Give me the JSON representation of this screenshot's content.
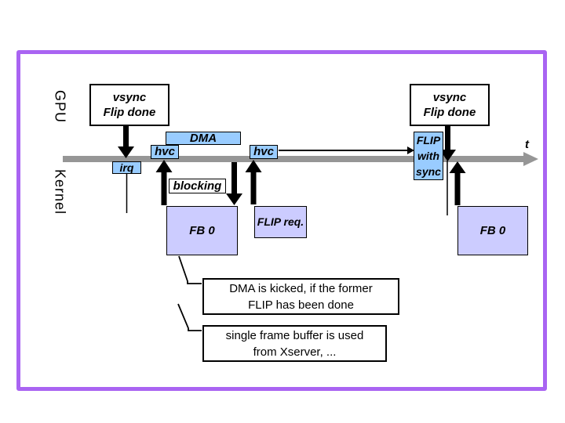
{
  "labels": {
    "gpu_lane": "GPU",
    "kernel_lane": "Kernel",
    "time_axis": "t"
  },
  "gpu_events": {
    "vsync_left": {
      "line1": "vsync",
      "line2": "Flip done"
    },
    "vsync_right": {
      "line1": "vsync",
      "line2": "Flip done"
    }
  },
  "timeline_items": {
    "irq": "irq",
    "hvc_left": "hvc",
    "hvc_right": "hvc",
    "dma": "DMA",
    "blocking": "blocking",
    "flip_with_sync": [
      "FLIP",
      "with",
      "sync"
    ]
  },
  "kernel_items": {
    "fb0_left": "FB 0",
    "flip_req": "FLIP req.",
    "fb0_right": "FB 0"
  },
  "callouts": {
    "dma_note": {
      "line1": "DMA is kicked, if the former",
      "line2": "FLIP has been done"
    },
    "fb_note": {
      "line1": "single frame buffer is used",
      "line2": "from Xserver, ..."
    }
  },
  "colors": {
    "frame_border": "#A964F2",
    "event_fill": "#99CCFF",
    "buffer_fill": "#CCCCFF",
    "timeline_gray": "#969696",
    "arrow_black": "#000000"
  }
}
